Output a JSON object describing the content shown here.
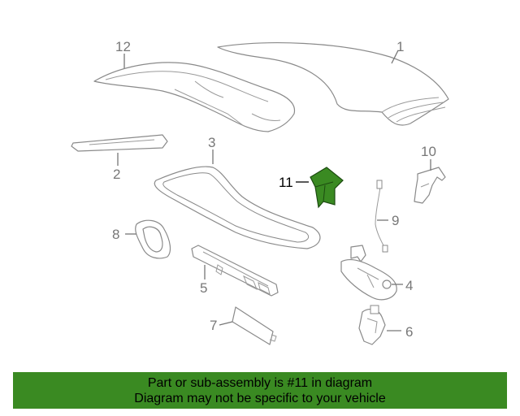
{
  "callouts": {
    "c1": "1",
    "c2": "2",
    "c3": "3",
    "c4": "4",
    "c5": "5",
    "c6": "6",
    "c7": "7",
    "c8": "8",
    "c9": "9",
    "c10": "10",
    "c11": "11",
    "c12": "12"
  },
  "highlight_color": "#3a8a22",
  "footer": {
    "line1": "Part or sub-assembly is #11 in diagram",
    "line2": "Diagram may not be specific to your vehicle"
  }
}
